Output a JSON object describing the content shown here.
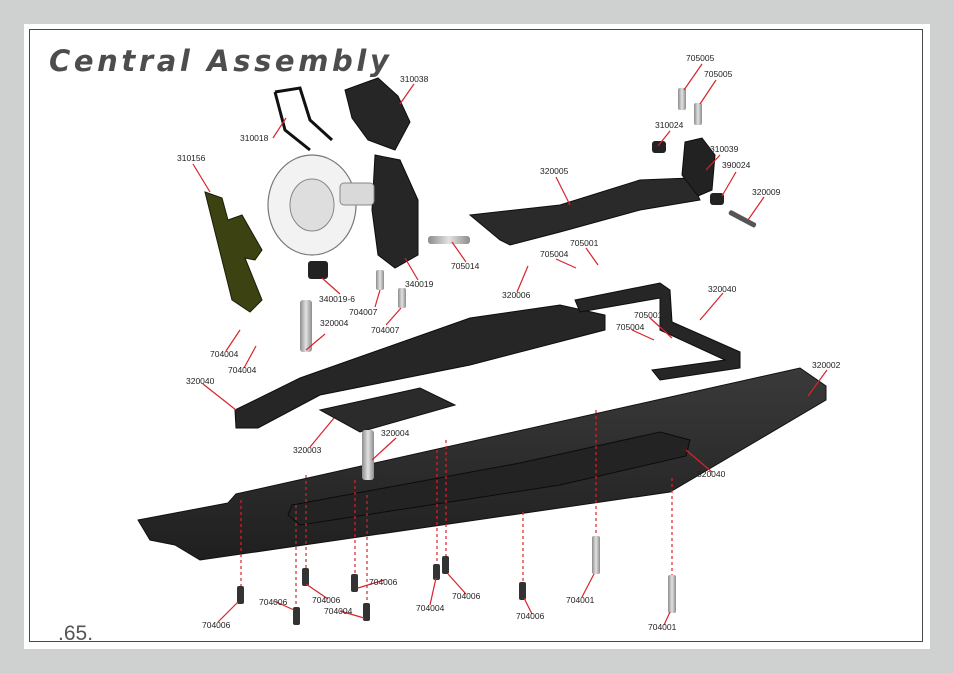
{
  "page": {
    "title": "Central Assembly",
    "page_number": ".65."
  },
  "colors": {
    "leader_line": "#d8232a",
    "part_dark": "#1e1e1e",
    "part_mid": "#2f2f2f",
    "chassis_plate": "#2a2a2a",
    "metal": "#b9b9b9",
    "bracket_olive": "#3c4212"
  },
  "callouts": [
    {
      "id": "c1",
      "text": "705005"
    },
    {
      "id": "c2",
      "text": "705005"
    },
    {
      "id": "c3",
      "text": "310038"
    },
    {
      "id": "c4",
      "text": "310018"
    },
    {
      "id": "c5",
      "text": "310156"
    },
    {
      "id": "c6",
      "text": "310024"
    },
    {
      "id": "c7",
      "text": "310039"
    },
    {
      "id": "c8",
      "text": "390024"
    },
    {
      "id": "c9",
      "text": "320009"
    },
    {
      "id": "c10",
      "text": "320005"
    },
    {
      "id": "c11",
      "text": "705001"
    },
    {
      "id": "c12",
      "text": "705004"
    },
    {
      "id": "c13",
      "text": "705014"
    },
    {
      "id": "c14",
      "text": "320006"
    },
    {
      "id": "c15",
      "text": "340019-6"
    },
    {
      "id": "c16",
      "text": "340019"
    },
    {
      "id": "c17",
      "text": "704007"
    },
    {
      "id": "c18",
      "text": "704007"
    },
    {
      "id": "c19",
      "text": "320004"
    },
    {
      "id": "c20",
      "text": "704004"
    },
    {
      "id": "c21",
      "text": "704004"
    },
    {
      "id": "c22",
      "text": "320040"
    },
    {
      "id": "c23",
      "text": "320040"
    },
    {
      "id": "c24",
      "text": "705001"
    },
    {
      "id": "c25",
      "text": "705004"
    },
    {
      "id": "c26",
      "text": "320002"
    },
    {
      "id": "c27",
      "text": "320003"
    },
    {
      "id": "c28",
      "text": "320004"
    },
    {
      "id": "c29",
      "text": "320040"
    },
    {
      "id": "c30",
      "text": "704006"
    },
    {
      "id": "c31",
      "text": "704006"
    },
    {
      "id": "c32",
      "text": "704006"
    },
    {
      "id": "c33",
      "text": "704004"
    },
    {
      "id": "c34",
      "text": "704006"
    },
    {
      "id": "c35",
      "text": "704004"
    },
    {
      "id": "c36",
      "text": "704006"
    },
    {
      "id": "c37",
      "text": "704006"
    },
    {
      "id": "c38",
      "text": "704001"
    },
    {
      "id": "c39",
      "text": "704001"
    }
  ]
}
